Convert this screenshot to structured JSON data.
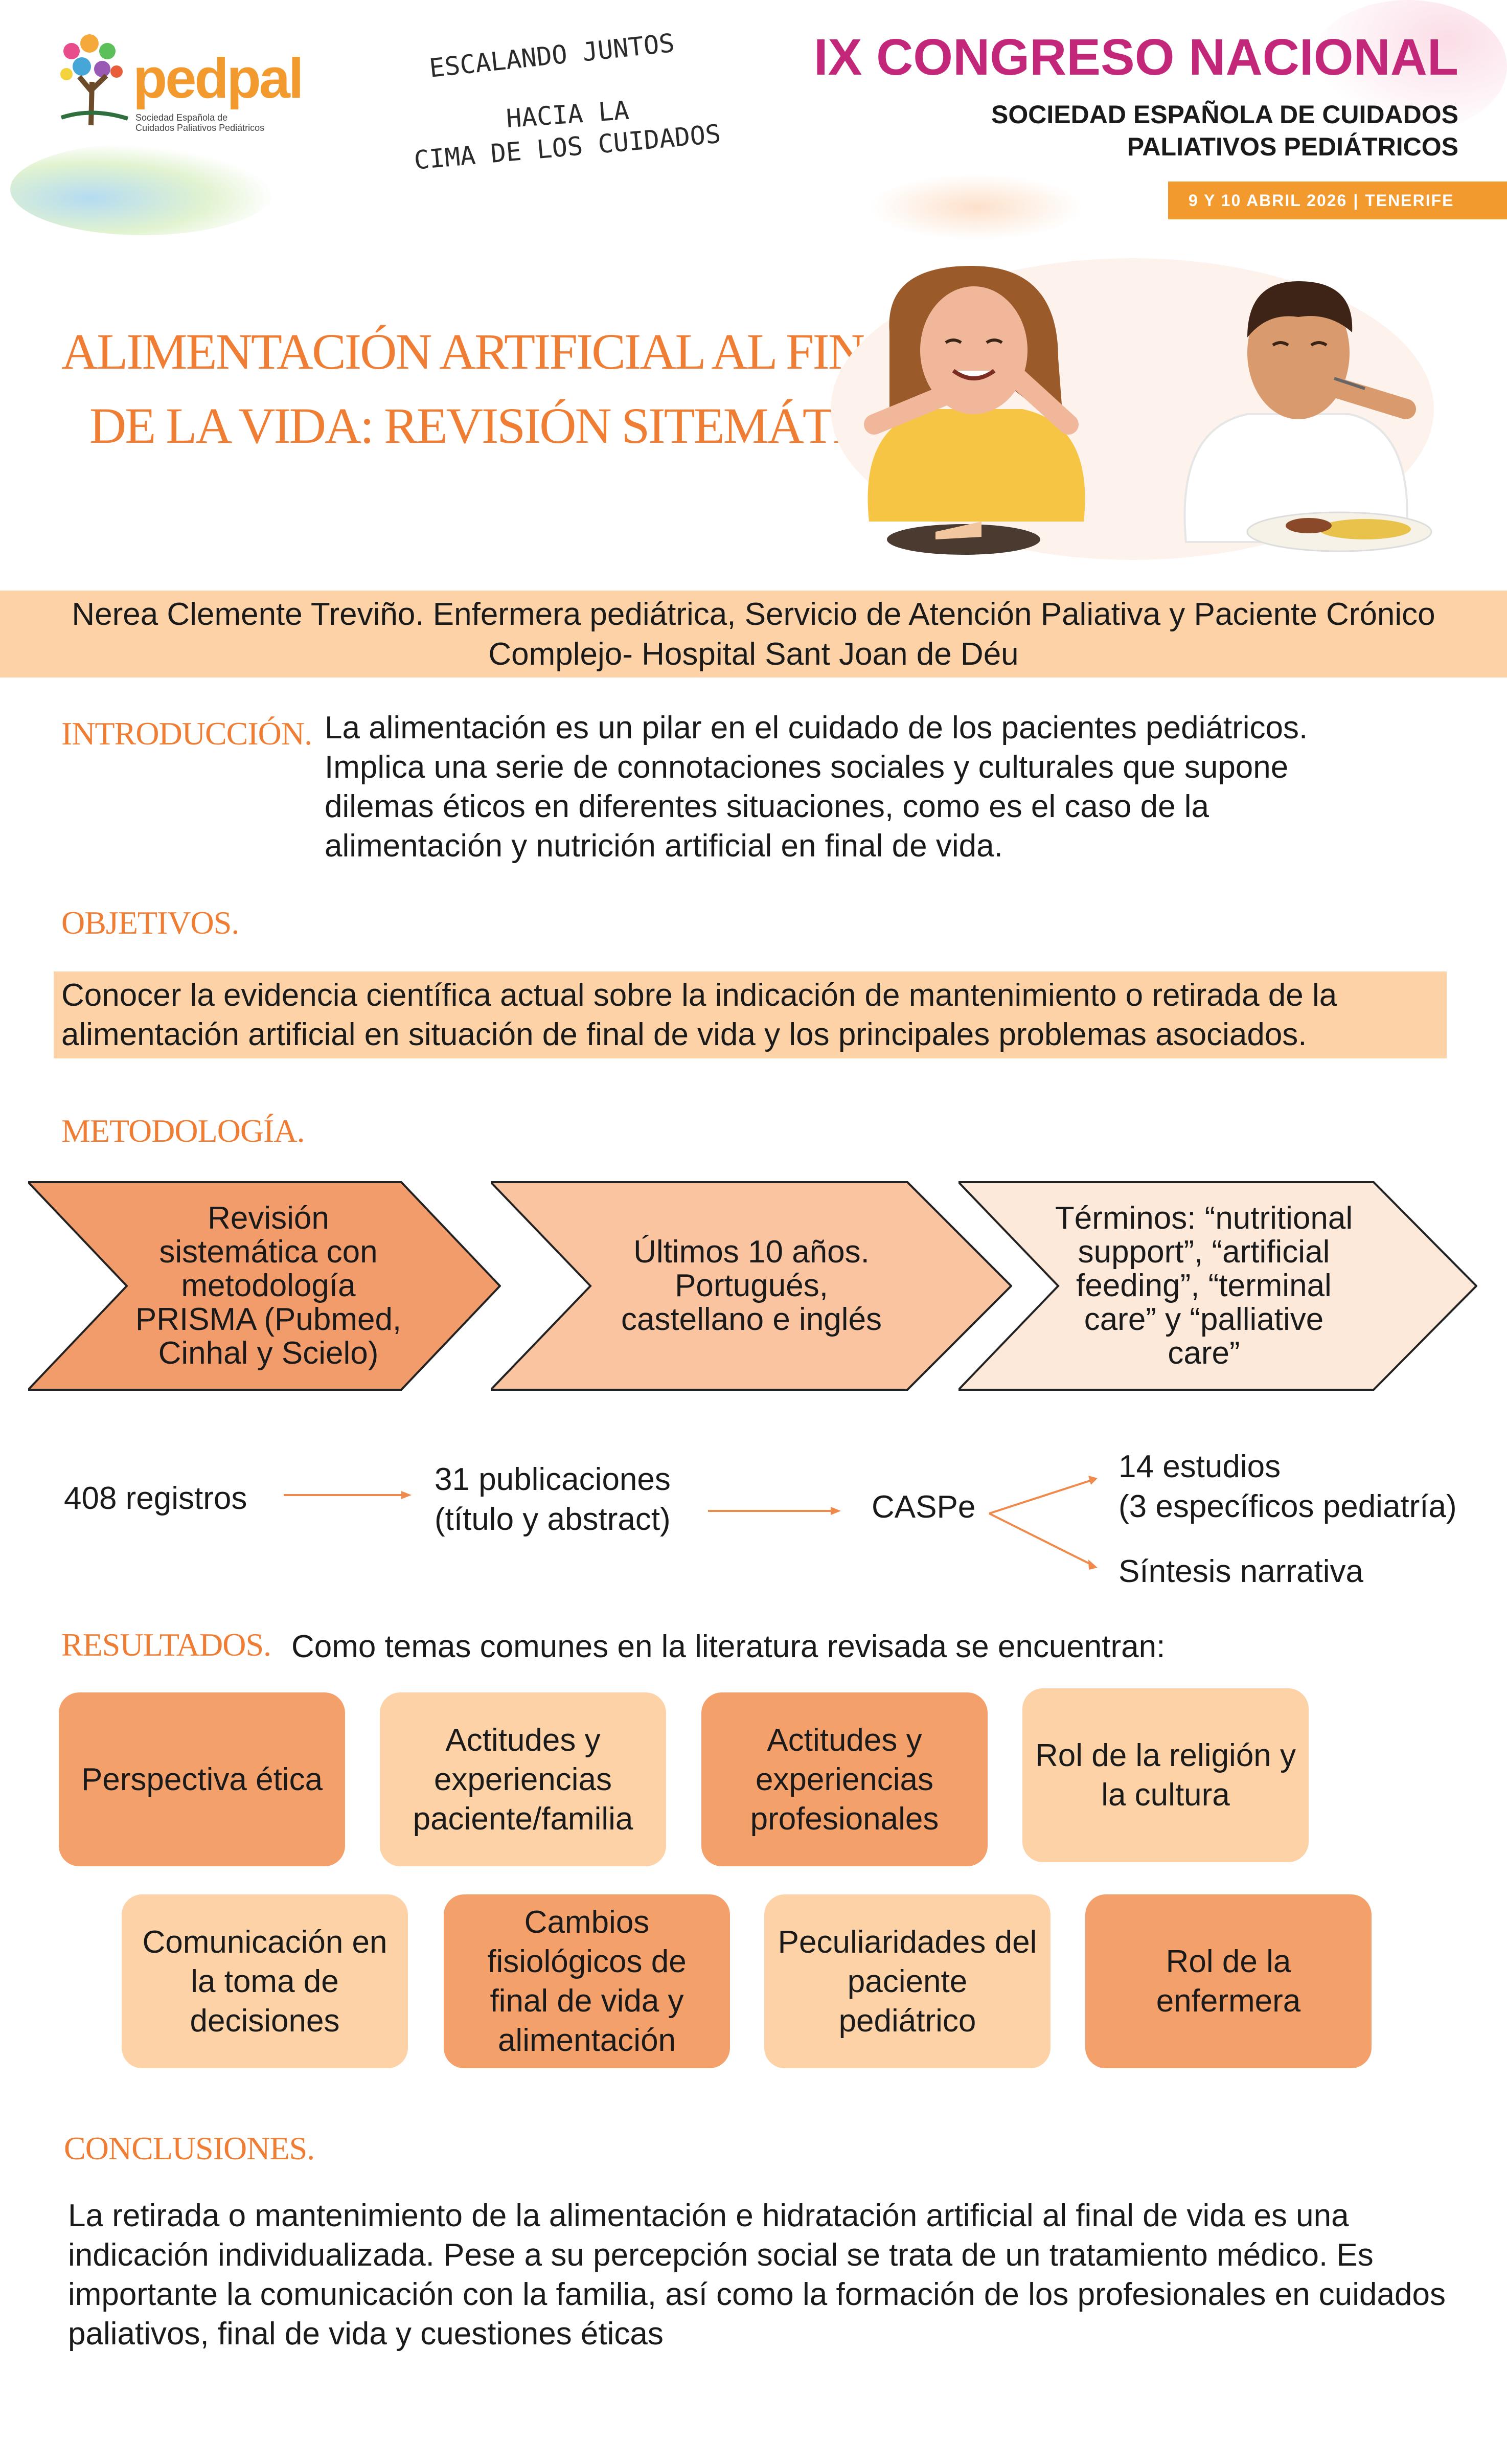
{
  "header": {
    "logo_text": "pedpal",
    "logo_caption": "Sociedad Española de Cuidados Paliativos Pediátricos",
    "slogan": [
      "ESCALANDO JUNTOS",
      "HACIA LA",
      "CIMA DE LOS CUIDADOS"
    ],
    "congress_title": "IX CONGRESO NACIONAL",
    "society_line1": "SOCIEDAD ESPAÑOLA DE CUIDADOS",
    "society_line2": "PALIATIVOS PEDIÁTRICOS",
    "date": "9 Y 10 ABRIL 2026",
    "place": "TENERIFE"
  },
  "title": {
    "line1": "ALIMENTACIÓN ARTIFICIAL AL FINAL",
    "line2": "DE LA VIDA: REVISIÓN SITEMÁTICA"
  },
  "author": {
    "line1": "Nerea Clemente Treviño. Enfermera pediátrica, Servicio de Atención Paliativa y Paciente Crónico",
    "line2": "Complejo- Hospital Sant Joan de Déu"
  },
  "introduccion": {
    "heading": "INTRODUCCIÓN.",
    "text": "La alimentación es un pilar en el cuidado de los pacientes pediátricos. Implica una serie de connotaciones sociales y culturales que supone dilemas éticos en diferentes situaciones, como es el caso de la alimentación y nutrición artificial en final de vida."
  },
  "objetivos": {
    "heading": "OBJETIVOS.",
    "text": "Conocer la evidencia científica actual sobre la indicación de mantenimiento o retirada de la alimentación artificial en situación de final de vida y los principales problemas asociados."
  },
  "metodologia": {
    "heading": "METODOLOGÍA.",
    "chevrons": [
      {
        "text": "Revisión sistemática con metodología PRISMA (Pubmed, Cinhal y Scielo)",
        "color": "#f39c6b"
      },
      {
        "text": "Últimos 10 años. Portugués, castellano e inglés",
        "color": "#fac4a0"
      },
      {
        "text": "Términos: “nutritional support”, “artificial feeding”, “terminal care” y “palliative care”",
        "color": "#fde9d9"
      }
    ],
    "flow": {
      "step1": "408 registros",
      "step2_line1": "31 publicaciones",
      "step2_line2": "(título y abstract)",
      "step3": "CASPe",
      "out1_line1": "14 estudios",
      "out1_line2": "(3 específicos pediatría)",
      "out2": "Síntesis narrativa"
    }
  },
  "resultados": {
    "heading": "RESULTADOS.",
    "intro": "Como temas comunes en la literatura revisada se encuentran:",
    "themes": [
      "Perspectiva ética",
      "Actitudes y experiencias paciente/familia",
      "Actitudes y experiencias profesionales",
      "Rol de la religión y la cultura",
      "Comunicación en la toma de decisiones",
      "Cambios fisiológicos de final de vida y alimentación",
      "Peculiaridades del paciente pediátrico",
      "Rol de la enfermera"
    ]
  },
  "conclusiones": {
    "heading": "CONCLUSIONES.",
    "text": "La retirada o mantenimiento de la alimentación e hidratación artificial al final de vida es una indicación individualizada. Pese a su percepción social se trata de un tratamiento médico. Es importante la comunicación con la familia, así como la formación de los profesionales en cuidados paliativos, final de vida y cuestiones éticas"
  },
  "colors": {
    "accent": "#ef7d33",
    "magenta": "#c2277a",
    "band": "#fcd2a6",
    "dark_box": "#f4a06a",
    "light_box": "#fcd2a6"
  }
}
